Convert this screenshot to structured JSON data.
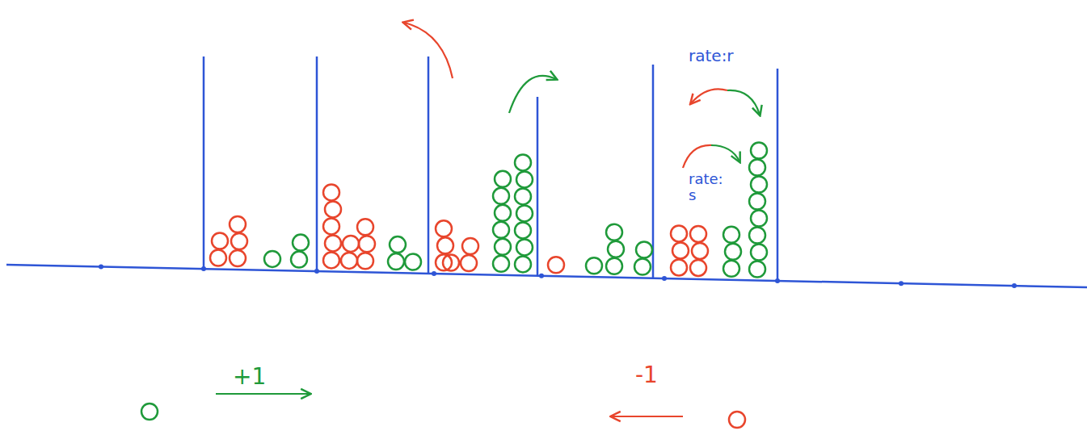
{
  "diagram": {
    "labels": [
      "rate:r",
      "rate: s",
      "+1",
      "-1"
    ]
  }
}
